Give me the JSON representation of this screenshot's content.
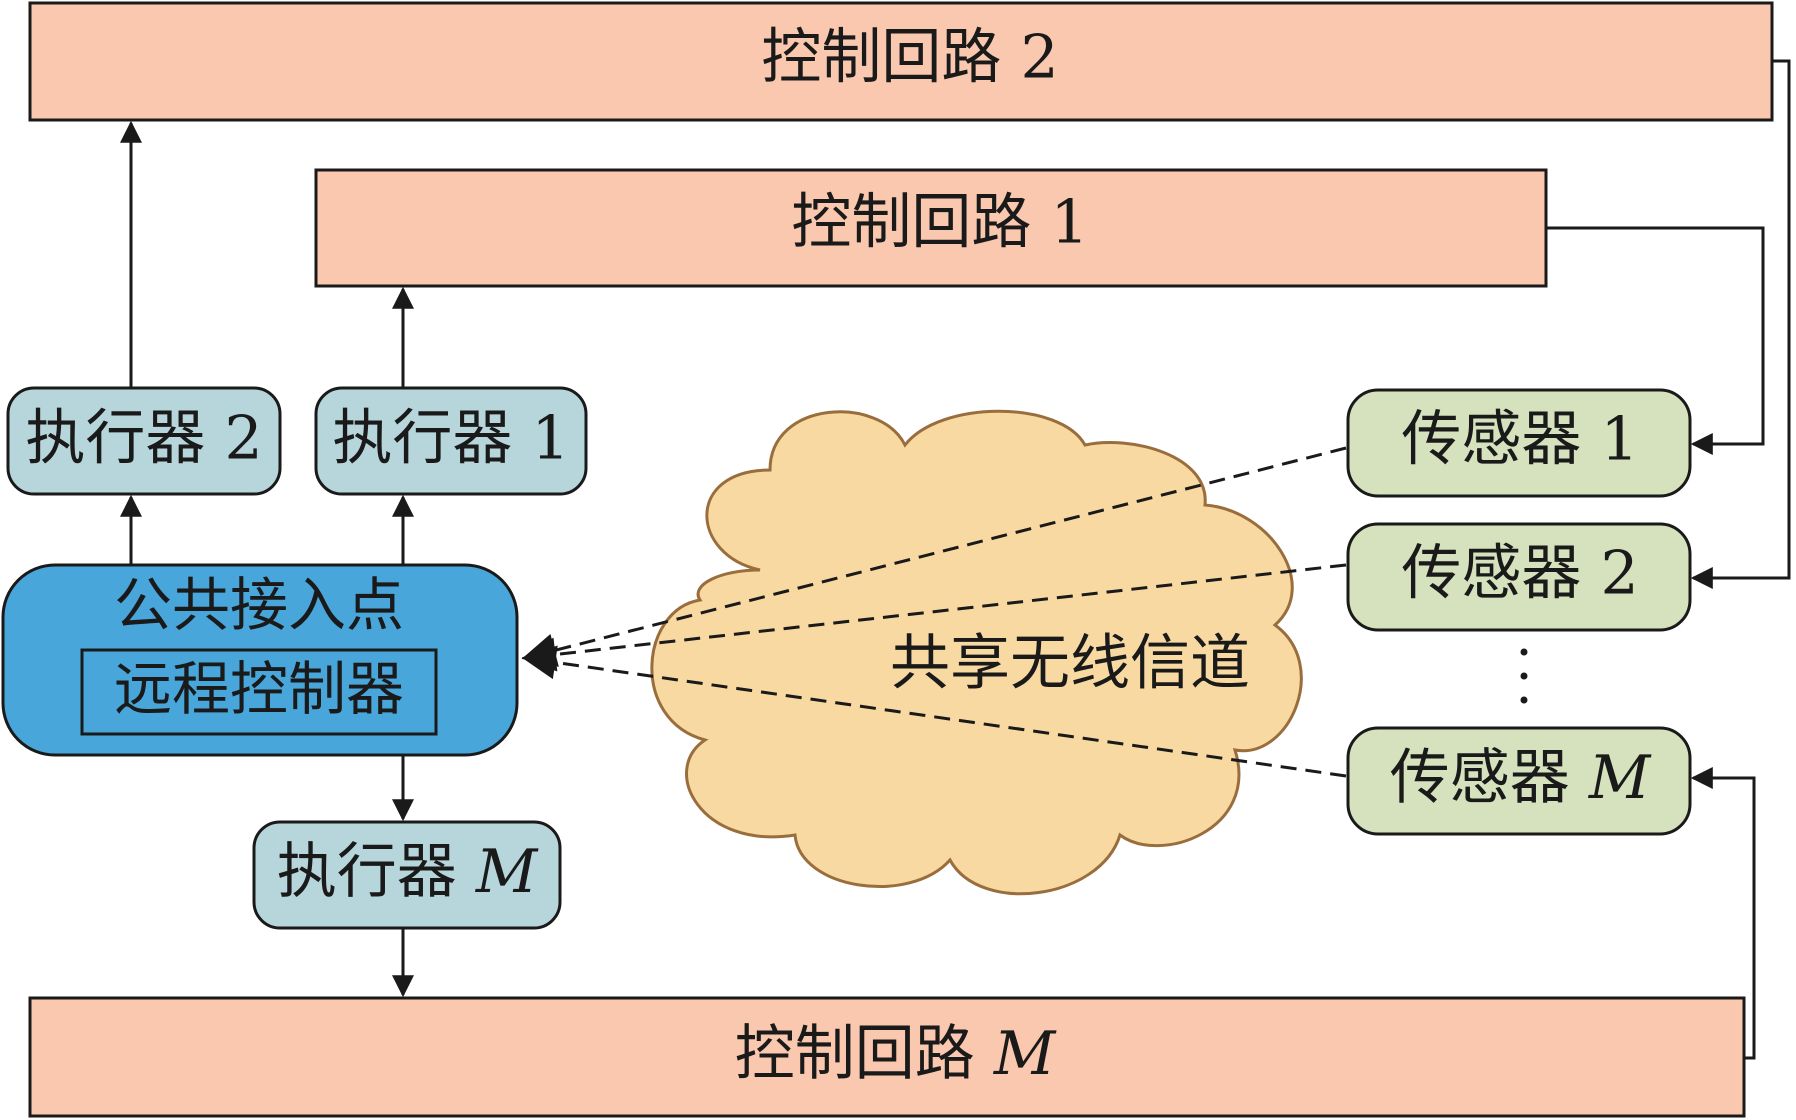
{
  "nodes": {
    "loop_2": "控制回路 2",
    "loop_1": "控制回路 1",
    "loop_m_prefix": "控制回路 ",
    "loop_m_var": "M",
    "actuator_2": "执行器 2",
    "actuator_1": "执行器 1",
    "actuator_m_prefix": "执行器 ",
    "actuator_m_var": "M",
    "sensor_1": "传感器 1",
    "sensor_2": "传感器 2",
    "sensor_m_prefix": "传感器 ",
    "sensor_m_var": "M",
    "access_point": "公共接入点",
    "remote_controller": "远程控制器",
    "wireless_channel": "共享无线信道"
  },
  "colors": {
    "loop_fill": "#f9c8ae",
    "actuator_fill": "#b7d6dc",
    "sensor_fill": "#d5e2bd",
    "access_point_fill": "#48a6da",
    "cloud_fill": "#f8d9a2",
    "cloud_stroke": "#9a6d3c"
  }
}
